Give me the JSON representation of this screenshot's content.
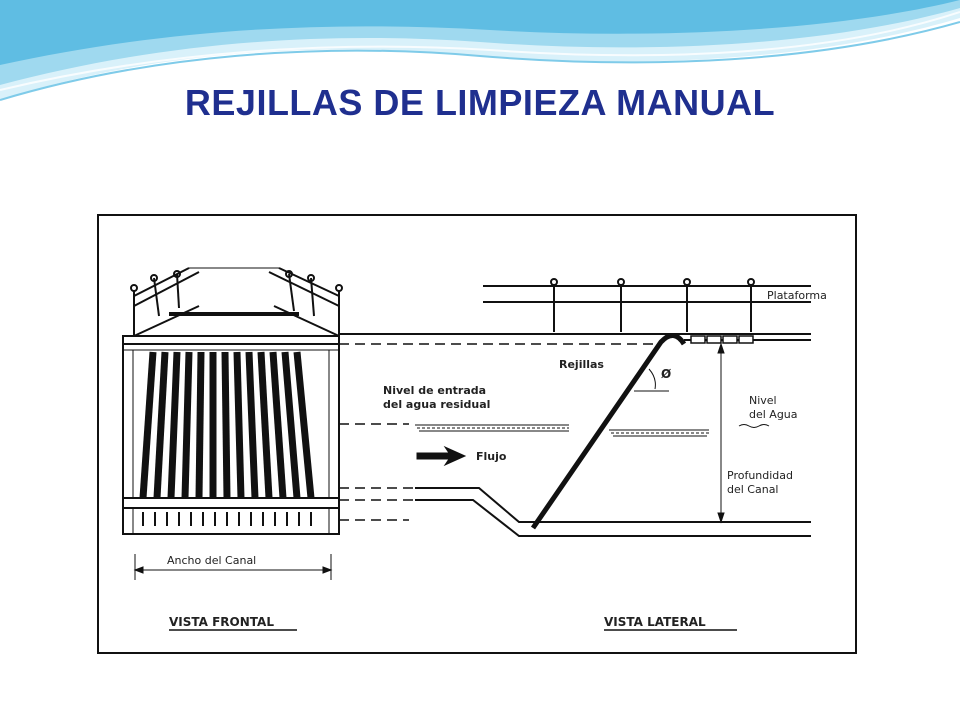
{
  "slide": {
    "title": "REJILLAS DE LIMPIEZA MANUAL"
  },
  "diagram": {
    "labels": {
      "plataforma": "Plataforma",
      "rejillas": "Rejillas",
      "angle": "Ø",
      "nivel_entrada_line1": "Nivel de entrada",
      "nivel_entrada_line2": "del agua residual",
      "flujo": "Flujo",
      "nivel_agua_line1": "Nivel",
      "nivel_agua_line2": "del Agua",
      "profundidad_line1": "Profundidad",
      "profundidad_line2": "del Canal",
      "ancho_canal": "Ancho del Canal",
      "vista_frontal": "VISTA FRONTAL",
      "vista_lateral": "VISTA LATERAL"
    }
  },
  "colors": {
    "title": "#1f2f8f",
    "wave_light": "#bfe6f5",
    "wave_mid": "#6cc4e6",
    "ink": "#111111"
  }
}
